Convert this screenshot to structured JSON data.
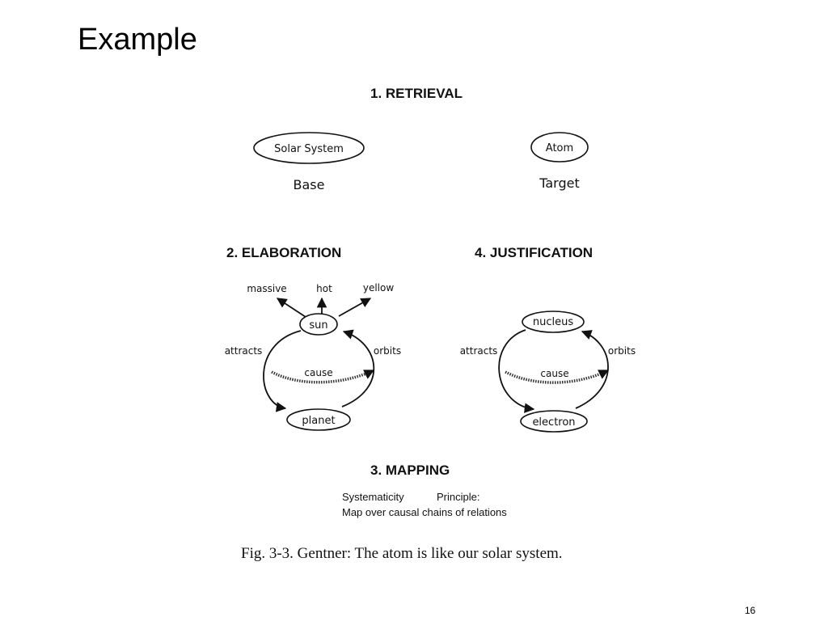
{
  "slide": {
    "title": "Example",
    "page_number": "16"
  },
  "figure": {
    "retrieval": {
      "heading": "1.  RETRIEVAL",
      "base_node": "Solar  System",
      "base_label": "Base",
      "target_node": "Atom",
      "target_label": "Target"
    },
    "elaboration": {
      "heading": "2.  ELABORATION",
      "attributes": [
        "massive",
        "hot",
        "yellow"
      ],
      "top_node": "sun",
      "bottom_node": "planet",
      "left_relation": "attracts",
      "right_relation": "orbits",
      "middle_relation": "cause"
    },
    "justification": {
      "heading": "4.  JUSTIFICATION",
      "top_node": "nucleus",
      "bottom_node": "electron",
      "left_relation": "attracts",
      "right_relation": "orbits",
      "middle_relation": "cause"
    },
    "mapping": {
      "heading": "3.  MAPPING",
      "principle_line1_a": "Systematicity",
      "principle_line1_b": "Principle:",
      "principle_line2": "Map  over  causal  chains  of  relations"
    },
    "caption": "Fig. 3-3.  Gentner: The atom is like our solar system."
  }
}
